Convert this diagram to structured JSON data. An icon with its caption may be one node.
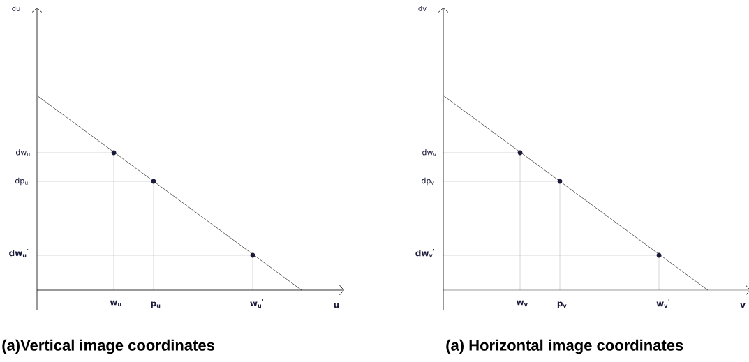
{
  "diagram": {
    "labels": [
      "du",
      "dw$_{u}$",
      "dp$_{u}$",
      "dw$_{u}$$^{'}$",
      "w$_{u}$",
      "p$_{u}$",
      "w$_{u}$$^{'}$",
      "u",
      "dv",
      "dw$_{v}$",
      "dp$_{v}$",
      "dw$_{v}$$^{'}$",
      "w$_{v}$",
      "p$_{v}$",
      "w$_{v}$$^{'}$",
      "v",
      "(a)Vertical image coordinates",
      "(a)  Horizontal image coordinates"
    ]
  }
}
